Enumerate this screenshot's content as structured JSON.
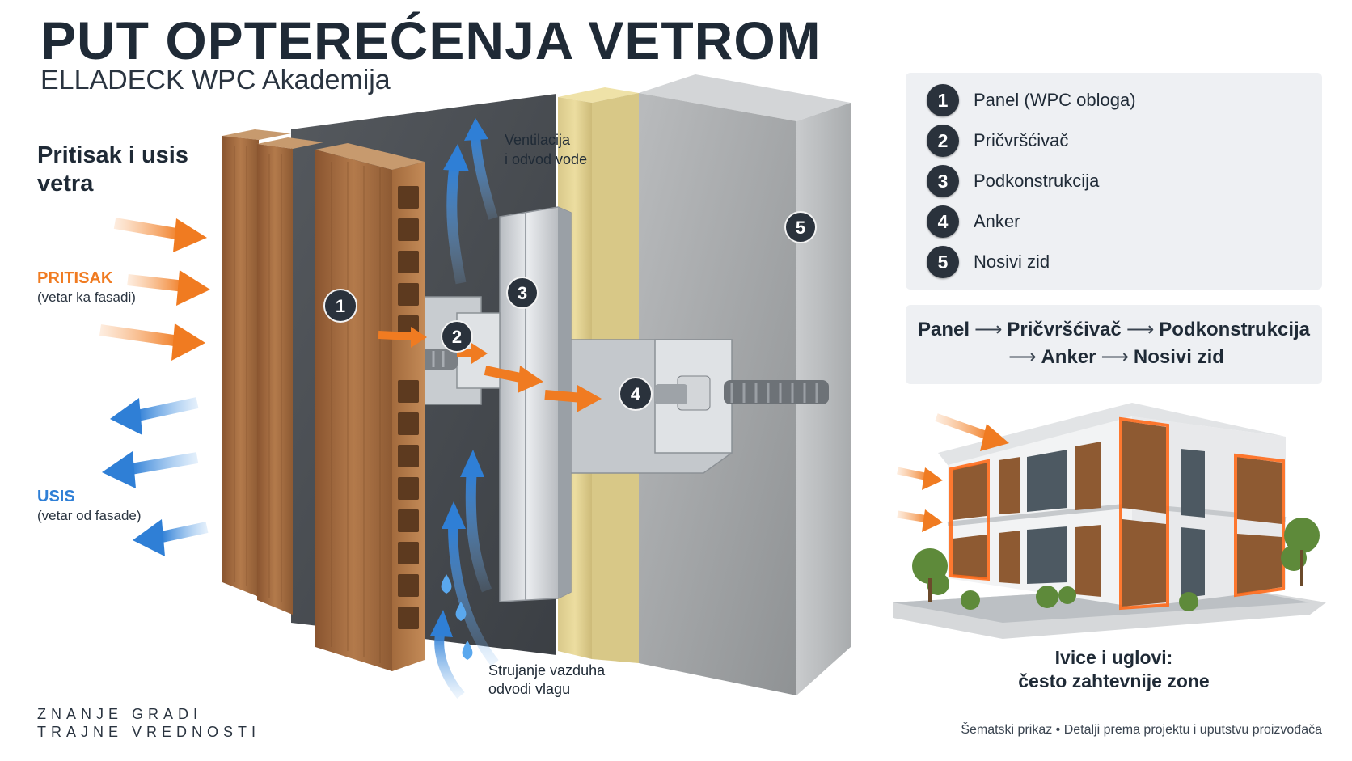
{
  "header": {
    "title": "PUT OPTEREĆENJA VETROM",
    "subtitle": "ELLADECK WPC Akademija"
  },
  "wind": {
    "heading": "Pritisak i usis vetra",
    "pressure_label": "PRITISAK",
    "pressure_sub": "(vetar ka fasadi)",
    "suction_label": "USIS",
    "suction_sub": "(vetar od fasade)",
    "pressure_color": "#f07b21",
    "suction_color": "#2f7fd6"
  },
  "diagram": {
    "ventilation_text": [
      "Ventilacija",
      "i odvod vode"
    ],
    "airflow_text": [
      "Strujanje vazduha",
      "odvodi vlagu"
    ],
    "markers": [
      "1",
      "2",
      "3",
      "4",
      "5"
    ]
  },
  "legend": {
    "items": [
      {
        "num": "1",
        "label": "Panel (WPC obloga)"
      },
      {
        "num": "2",
        "label": "Pričvršćivač"
      },
      {
        "num": "3",
        "label": "Podkonstrukcija"
      },
      {
        "num": "4",
        "label": "Anker"
      },
      {
        "num": "5",
        "label": "Nosivi zid"
      }
    ]
  },
  "load_path": {
    "line1": [
      "Panel",
      "Pričvršćivač",
      "Podkonstrukcija"
    ],
    "line2": [
      "Anker",
      "Nosivi zid"
    ],
    "arrow": "⟶"
  },
  "building": {
    "caption_line1": "Ivice i uglovi:",
    "caption_line2": "često zahtevnije zone"
  },
  "footer": {
    "slogan_line1": "ZNANJE GRADI",
    "slogan_line2": "TRAJNE VREDNOSTI",
    "note": "Šematski prikaz • Detalji prema projektu i uputstvu proizvođača"
  }
}
